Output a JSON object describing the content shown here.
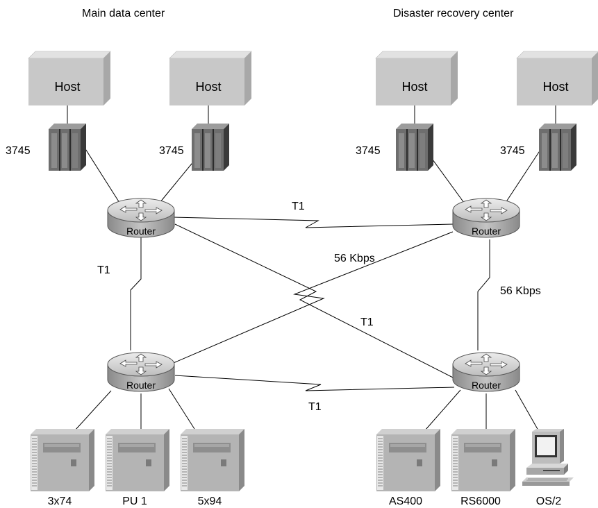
{
  "sites": {
    "main": "Main data center",
    "dr": "Disaster recovery center"
  },
  "hosts": {
    "h1": "Host",
    "h2": "Host",
    "h3": "Host",
    "h4": "Host"
  },
  "fep": {
    "f1": "3745",
    "f2": "3745",
    "f3": "3745",
    "f4": "3745"
  },
  "routers": {
    "r1": "Router",
    "r2": "Router",
    "r3": "Router",
    "r4": "Router"
  },
  "links": {
    "top": "T1",
    "left": "T1",
    "right": "56 Kbps",
    "diag_up": "56 Kbps",
    "diag_down": "T1",
    "bottom": "T1"
  },
  "devices": {
    "d1": "3x74",
    "d2": "PU 1",
    "d3": "5x94",
    "d4": "AS400",
    "d5": "RS6000",
    "d6": "OS/2"
  },
  "colors": {
    "host_face": "#c8c8c8",
    "host_side": "#a8a8a8",
    "host_top": "#e2e2e2",
    "router_top": "#d9d9d9",
    "router_side": "#9a9a9a",
    "cabinet": "#b0b0b0",
    "fep_dark": "#555555"
  }
}
